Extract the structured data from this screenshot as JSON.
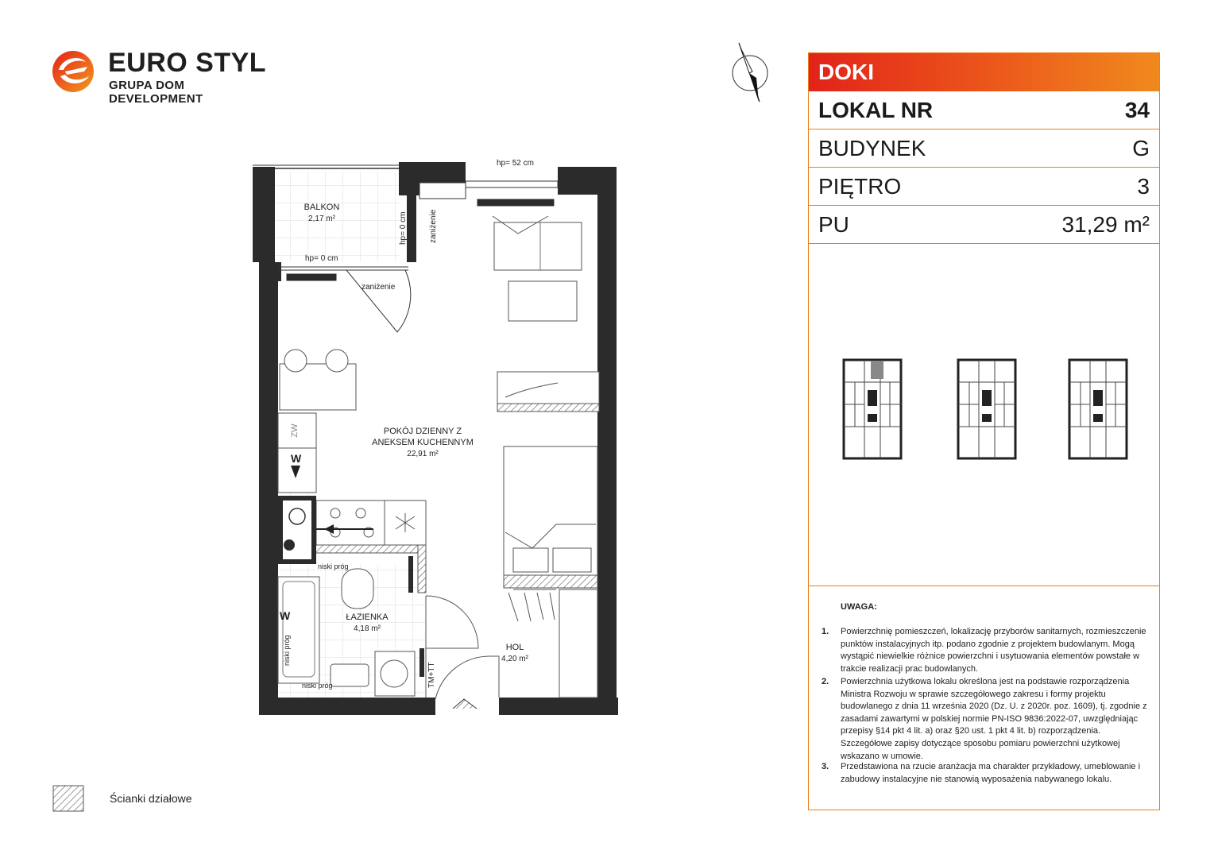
{
  "brand": {
    "name": "EURO STYL",
    "subtitle": "GRUPA DOM DEVELOPMENT",
    "colors": {
      "red": "#e2231a",
      "orange": "#f08a1d",
      "dark": "#1f1f1f"
    }
  },
  "icons": {
    "logo": "euro-styl-logo",
    "compass": "north-arrow-icon",
    "legend": "hatch-swatch-icon"
  },
  "plan": {
    "rooms": {
      "balcony_name": "BALKON",
      "balcony_area": "2,17 m²",
      "living_name_1": "POKÓJ DZIENNY Z",
      "living_name_2": "ANEKSEM KUCHENNYM",
      "living_area": "22,91 m²",
      "bath_name": "ŁAZIENKA",
      "bath_area": "4,18 m²",
      "hall_name": "HOL",
      "hall_area": "4,20 m²"
    },
    "annotations": {
      "hp_top": "hp= 52 cm",
      "hp_balcony": "hp= 0 cm",
      "hp_vertical": "hp= 0 cm",
      "lowering_vertical": "zaniżenie",
      "lowering": "zaniżenie",
      "low_threshold_1": "niski próg",
      "low_threshold_2": "niski próg",
      "low_threshold_3": "niski próg",
      "zw": "ZW",
      "w1": "W",
      "w2": "W",
      "tm_tt": "TM+TT"
    }
  },
  "legend": {
    "label": "Ścianki działowe"
  },
  "panel": {
    "title": "DOKI",
    "rows": [
      {
        "label": "LOKAL NR",
        "value": "34"
      },
      {
        "label": "BUDYNEK",
        "value": "G"
      },
      {
        "label": "PIĘTRO",
        "value": "3"
      },
      {
        "label": "PU",
        "value": "31,29 m²"
      }
    ],
    "notes_title": "UWAGA:",
    "notes": [
      {
        "num": "1.",
        "text": "Powierzchnię pomieszczeń, lokalizację przyborów sanitarnych, rozmieszczenie punktów instalacyjnych itp. podano zgodnie z projektem budowlanym. Mogą wystąpić niewielkie różnice powierzchni i usytuowania elementów powstałe w trakcie realizacji prac budowlanych."
      },
      {
        "num": "2.",
        "text": "Powierzchnia użytkowa lokalu określona jest na podstawie rozporządzenia Ministra Rozwoju w sprawie szczegółowego zakresu i formy projektu budowlanego z dnia 11 września 2020 (Dz. U. z 2020r. poz. 1609), tj. zgodnie z zasadami zawartymi w polskiej normie PN-ISO 9836:2022-07, uwzględniając przepisy §14 pkt 4 lit. a) oraz §20 ust. 1 pkt 4 lit. b) rozporządzenia. Szczegółowe zapisy dotyczące sposobu pomiaru powierzchni użytkowej wskazano w umowie."
      },
      {
        "num": "3.",
        "text": "Przedstawiona na rzucie aranżacja ma charakter przykładowy, umeblowanie i zabudowy instalacyjne nie stanowią wyposażenia nabywanego lokalu."
      }
    ]
  }
}
